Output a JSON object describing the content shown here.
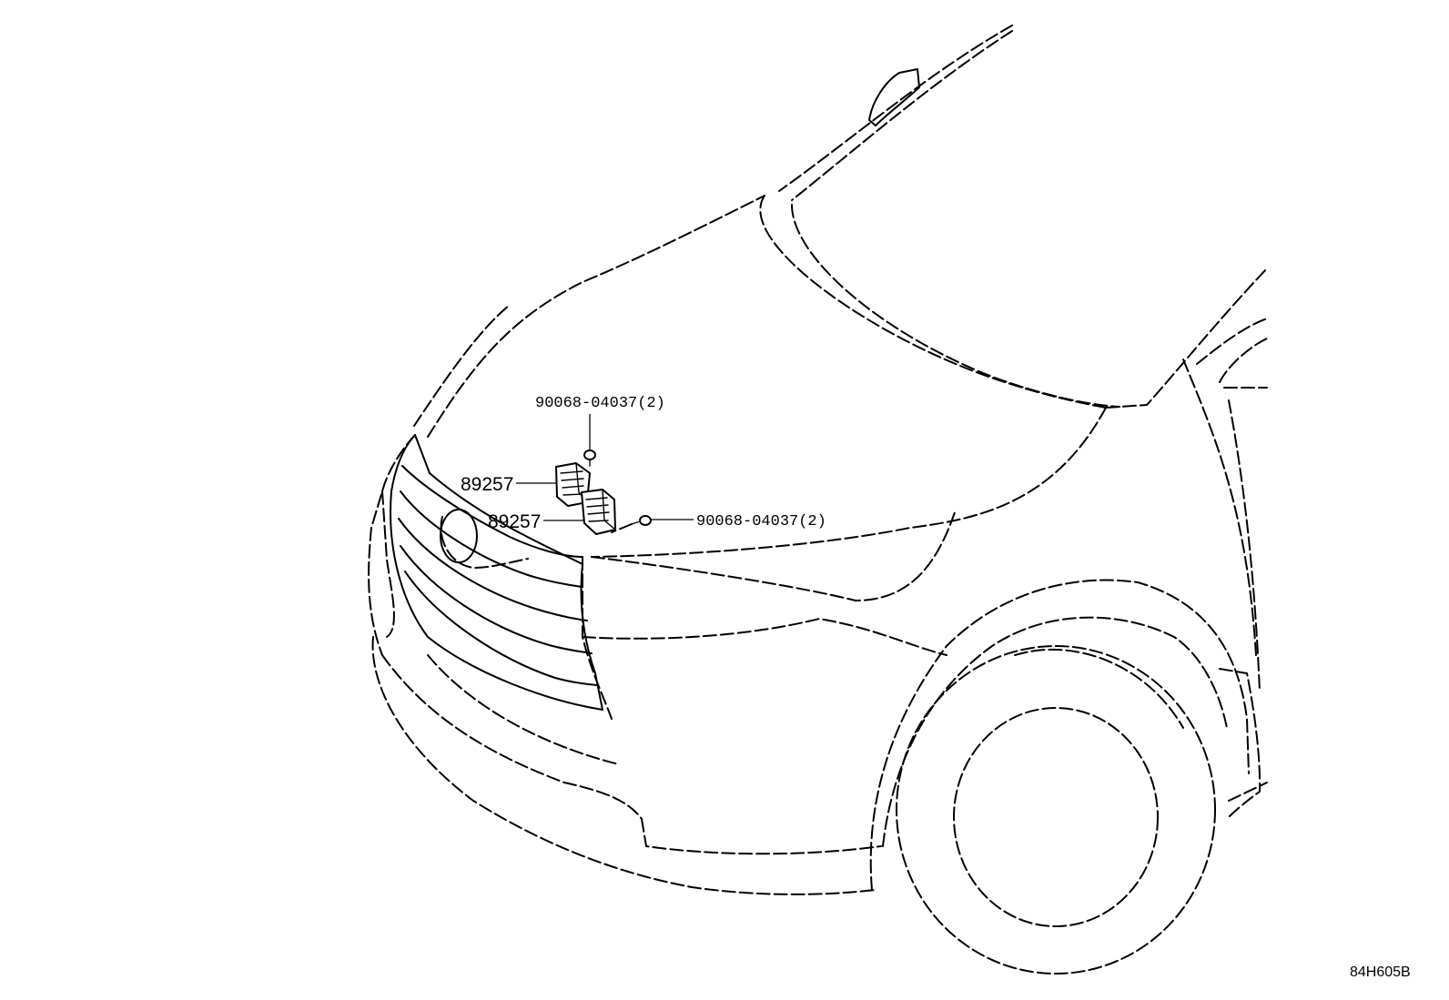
{
  "callouts": {
    "bolt_upper": "90068-04037(2)",
    "bracket_upper": "89257",
    "bracket_lower": "89257",
    "bolt_lower": "90068-04037(2)"
  },
  "illustration_code": "84H605B"
}
